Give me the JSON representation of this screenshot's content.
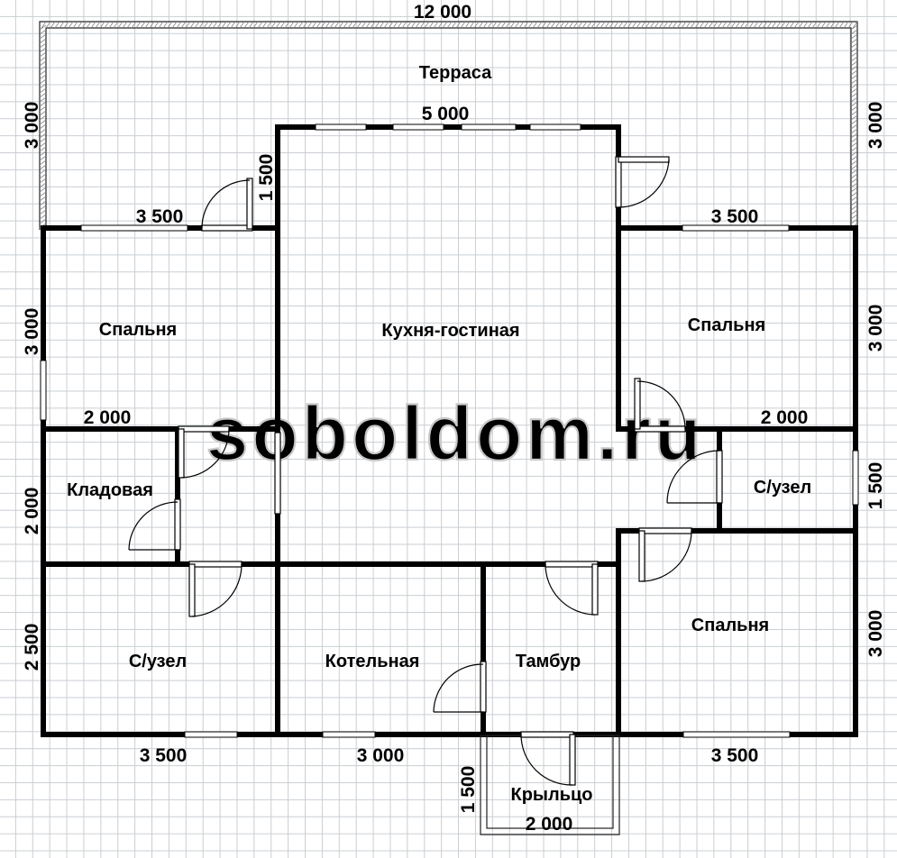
{
  "watermark": "soboldom.ru",
  "rooms": {
    "terrace": "Терраса",
    "bedroom_tl": "Спальня",
    "kitchen_living": "Кухня-гостиная",
    "bedroom_tr": "Спальня",
    "storage": "Кладовая",
    "bathroom_right": "С/узел",
    "bathroom_left": "С/узел",
    "boiler": "Котельная",
    "vestibule": "Тамбур",
    "bedroom_br": "Спальня",
    "porch": "Крыльцо"
  },
  "dimensions": {
    "top_total": "12 000",
    "terrace_depth_left": "3 000",
    "terrace_depth_right": "3 000",
    "kitchen_width": "5 000",
    "kitchen_recess": "1 500",
    "bedroom_tl_width": "3 500",
    "bedroom_tr_width": "3 500",
    "bedroom_tl_depth": "3 000",
    "bedroom_tr_depth": "3 000",
    "storage_width": "2 000",
    "bathroom_r_width": "2 000",
    "storage_depth": "2 000",
    "bathroom_r_depth": "1 500",
    "bathroom_l_depth": "2 500",
    "bedroom_br_depth": "3 000",
    "bottom_left": "3 500",
    "bottom_mid": "3 000",
    "bottom_right": "3 500",
    "porch_depth": "1 500",
    "porch_width": "2 000"
  }
}
